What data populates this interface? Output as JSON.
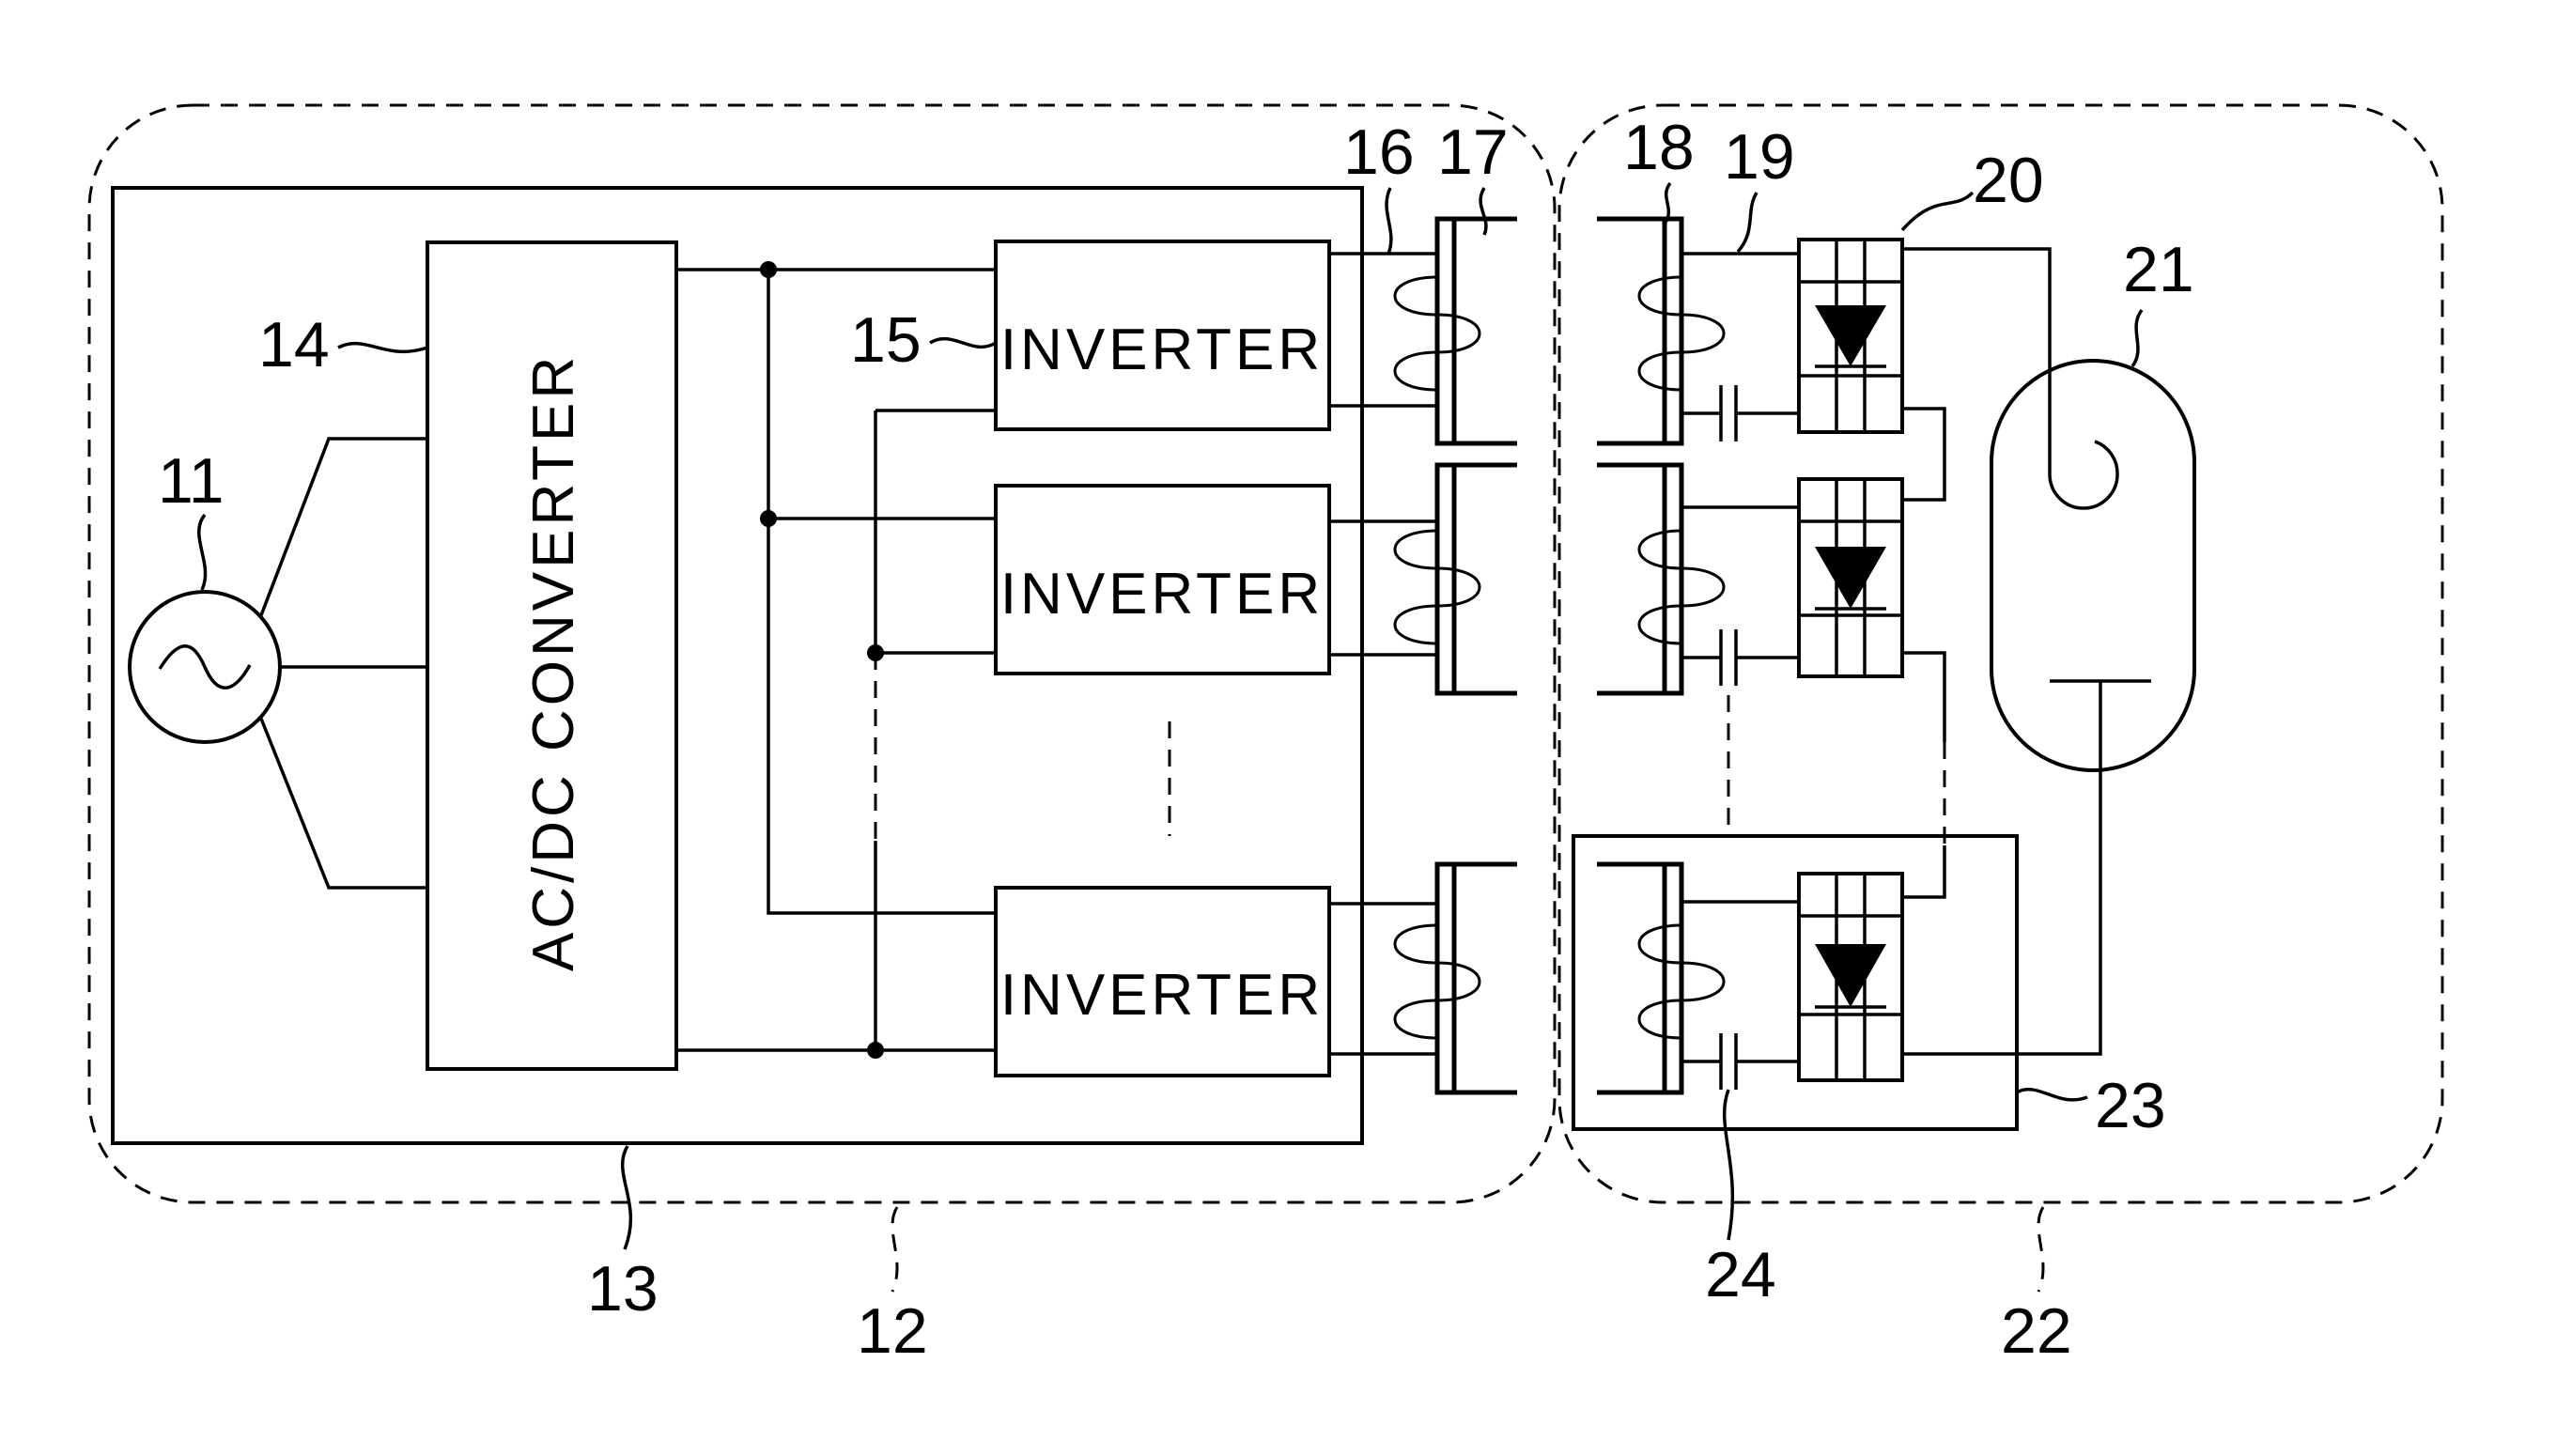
{
  "labels": {
    "inverter": "INVERTER",
    "converter": "AC/DC CONVERTER"
  },
  "refs": {
    "n11": "11",
    "n12": "12",
    "n13": "13",
    "n14": "14",
    "n15": "15",
    "n16": "16",
    "n17": "17",
    "n18": "18",
    "n19": "19",
    "n20": "20",
    "n21": "21",
    "n22": "22",
    "n23": "23",
    "n24": "24"
  },
  "ellipsis": "⋮"
}
